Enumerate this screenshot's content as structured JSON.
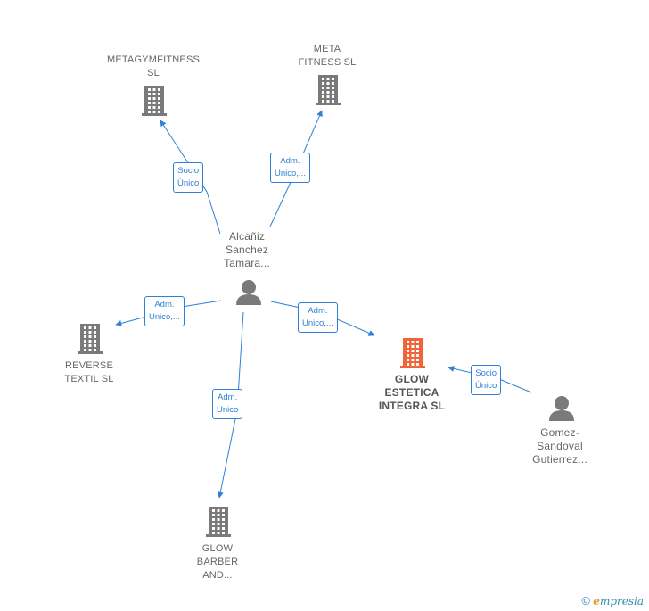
{
  "nodes": {
    "metagym": {
      "lines": [
        "METAGYMFITNESS",
        "SL"
      ],
      "type": "company"
    },
    "meta_fitness": {
      "lines": [
        "META",
        "FITNESS SL"
      ],
      "type": "company"
    },
    "alcaniz": {
      "lines": [
        "Alcañiz",
        "Sanchez",
        "Tamara..."
      ],
      "type": "person"
    },
    "reverse_textil": {
      "lines": [
        "REVERSE",
        "TEXTIL SL"
      ],
      "type": "company"
    },
    "glow_estetica": {
      "lines": [
        "GLOW",
        "ESTETICA",
        "INTEGRA SL"
      ],
      "type": "company-focus"
    },
    "glow_barber": {
      "lines": [
        "GLOW",
        "BARBER",
        "AND..."
      ],
      "type": "company"
    },
    "gomez": {
      "lines": [
        "Gomez-",
        "Sandoval",
        "Gutierrez..."
      ],
      "type": "person"
    }
  },
  "relations": {
    "r1": {
      "lines": [
        "Socio",
        "Único"
      ]
    },
    "r2": {
      "lines": [
        "Adm.",
        "Unico,..."
      ]
    },
    "r3": {
      "lines": [
        "Adm.",
        "Unico,..."
      ]
    },
    "r4": {
      "lines": [
        "Adm.",
        "Unico,..."
      ]
    },
    "r5": {
      "lines": [
        "Adm.",
        "Unico"
      ]
    },
    "r6": {
      "lines": [
        "Socio",
        "Único"
      ]
    }
  },
  "colors": {
    "edge": "#2f80d6",
    "company_icon": "#7a7a7a",
    "focus_icon": "#f0643a",
    "person_icon": "#7a7a7a"
  },
  "brand": {
    "copyright": "©",
    "e": "e",
    "rest": "mpresia"
  }
}
